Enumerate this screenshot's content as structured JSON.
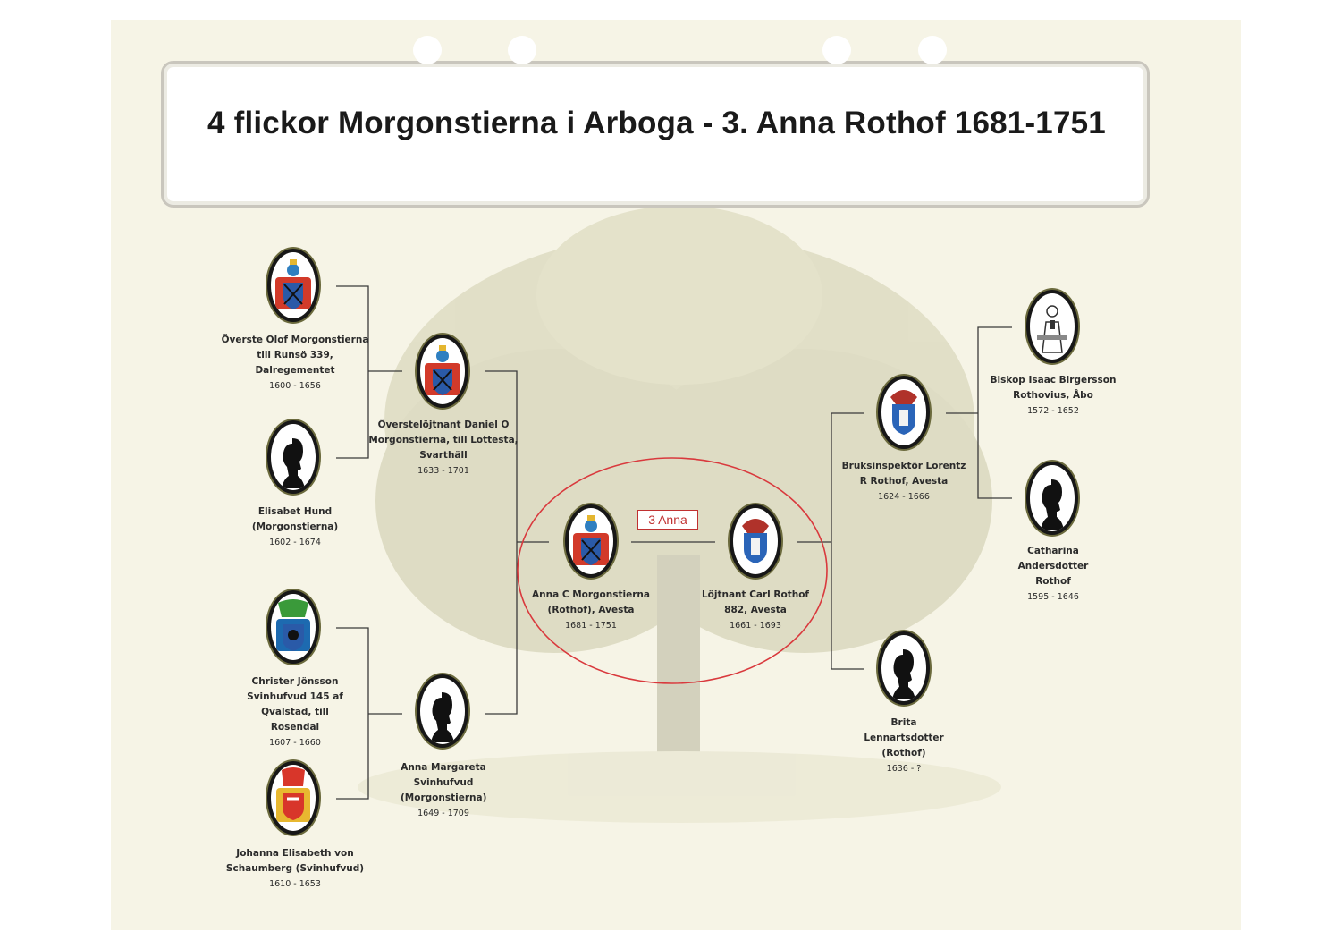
{
  "title": "4 flickor Morgonstierna i Arboga - 3. Anna Rothof 1681-1751",
  "badge": "3 Anna",
  "colors": {
    "accent": "#c03030",
    "background": "#f6f4e6",
    "frame": "#171717"
  },
  "people": {
    "olof": {
      "name": "Överste Olof Morgonstierna till Runsö 339, Dalregementet",
      "dates": "1600 - 1656",
      "portrait": "coat-of-arms-blue"
    },
    "elisabet": {
      "name": "Elisabet Hund (Morgonstierna)",
      "dates": "1602 - 1674",
      "portrait": "female-silhouette"
    },
    "christer": {
      "name": "Christer Jönsson Svinhufvud 145 af Qvalstad, till Rosendal",
      "dates": "1607 - 1660",
      "portrait": "coat-of-arms-green"
    },
    "johanna": {
      "name": "Johanna Elisabeth von Schaumberg (Svinhufvud)",
      "dates": "1610 - 1653",
      "portrait": "coat-of-arms-red"
    },
    "daniel": {
      "name": "Överstelöjtnant Daniel O Morgonstierna, till Lottesta, Svarthäll",
      "dates": "1633 - 1701",
      "portrait": "coat-of-arms-blue"
    },
    "annamargareta": {
      "name": "Anna Margareta Svinhufvud (Morgonstierna)",
      "dates": "1649 - 1709",
      "portrait": "female-silhouette"
    },
    "annac": {
      "name": "Anna C Morgonstierna (Rothof), Avesta",
      "dates": "1681 - 1751",
      "portrait": "coat-of-arms-blue"
    },
    "carl": {
      "name": "Löjtnant Carl Rothof 882, Avesta",
      "dates": "1661 - 1693",
      "portrait": "coat-of-arms-eagle"
    },
    "lorentz": {
      "name": "Bruksinspektör Lorentz R Rothof, Avesta",
      "dates": "1624 - 1666",
      "portrait": "coat-of-arms-eagle"
    },
    "brita": {
      "name": "Brita Lennartsdotter (Rothof)",
      "dates": "1636 - ?",
      "portrait": "female-silhouette"
    },
    "isaac": {
      "name": "Biskop Isaac Birgersson Rothovius, Åbo",
      "dates": "1572 - 1652",
      "portrait": "bishop-engraving"
    },
    "catharina": {
      "name": "Catharina Andersdotter Rothof",
      "dates": "1595 - 1646",
      "portrait": "female-silhouette"
    }
  }
}
